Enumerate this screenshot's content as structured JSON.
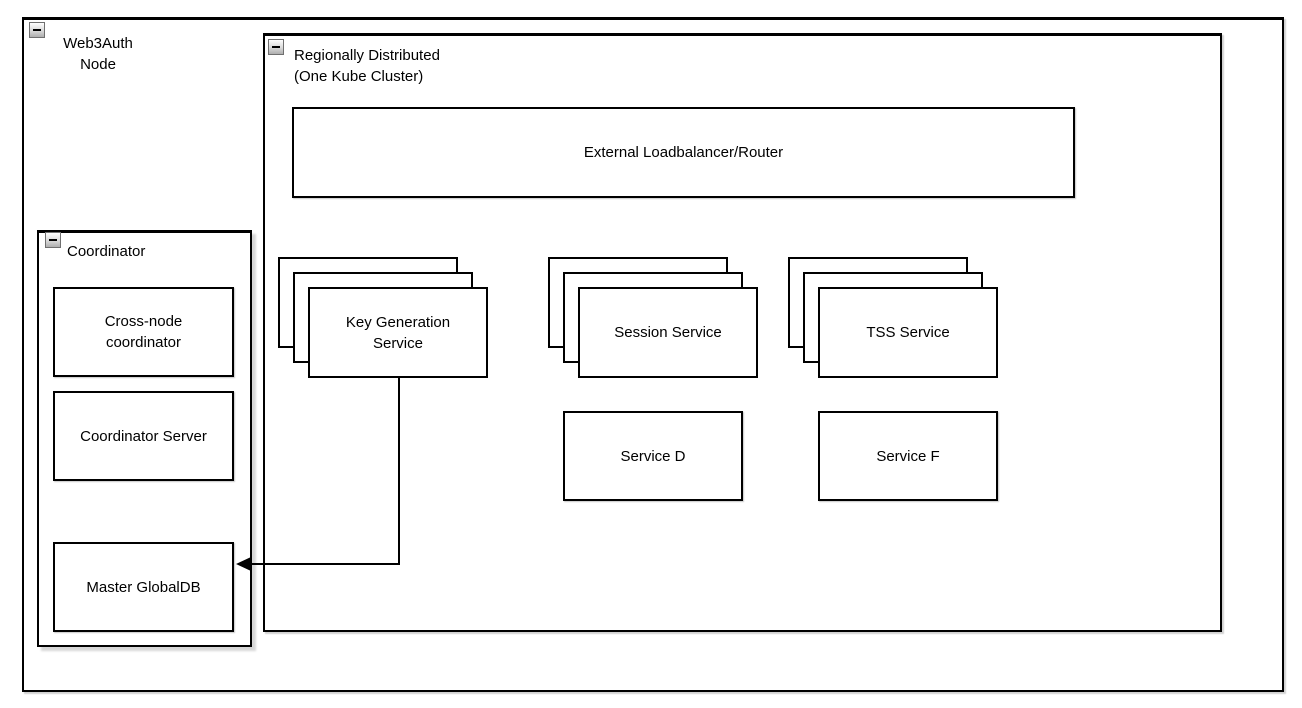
{
  "colors": {
    "shape_border": "#000000",
    "shape_fill": "#ffffff",
    "background": "#ffffff",
    "shadow": "#cccccc",
    "arrow": "#000000"
  },
  "web3auth_container": {
    "label": "Web3Auth\nNode",
    "collapse_icon": "minus"
  },
  "region_container": {
    "label": "Regionally Distributed\n(One Kube Cluster)",
    "collapse_icon": "minus"
  },
  "loadbalancer_box": {
    "label": "External Loadbalancer/Router"
  },
  "service_stacks": [
    {
      "label": "Key Generation\nService",
      "visible_layers": 3
    },
    {
      "label": "Session Service",
      "visible_layers": 3
    },
    {
      "label": "TSS Service",
      "visible_layers": 3
    }
  ],
  "service_boxes": [
    {
      "label": "Service D"
    },
    {
      "label": "Service F"
    }
  ],
  "coordinator_container": {
    "label": "Coordinator",
    "collapse_icon": "minus"
  },
  "coordinator_boxes": [
    {
      "label": "Cross-node\ncoordinator"
    },
    {
      "label": "Coordinator Server"
    },
    {
      "label": "Master GlobalDB"
    }
  ],
  "connection": {
    "from": "Key Generation Service",
    "to": "Master GlobalDB",
    "style": "orthogonal",
    "arrowhead": "filled-triangle-left"
  }
}
